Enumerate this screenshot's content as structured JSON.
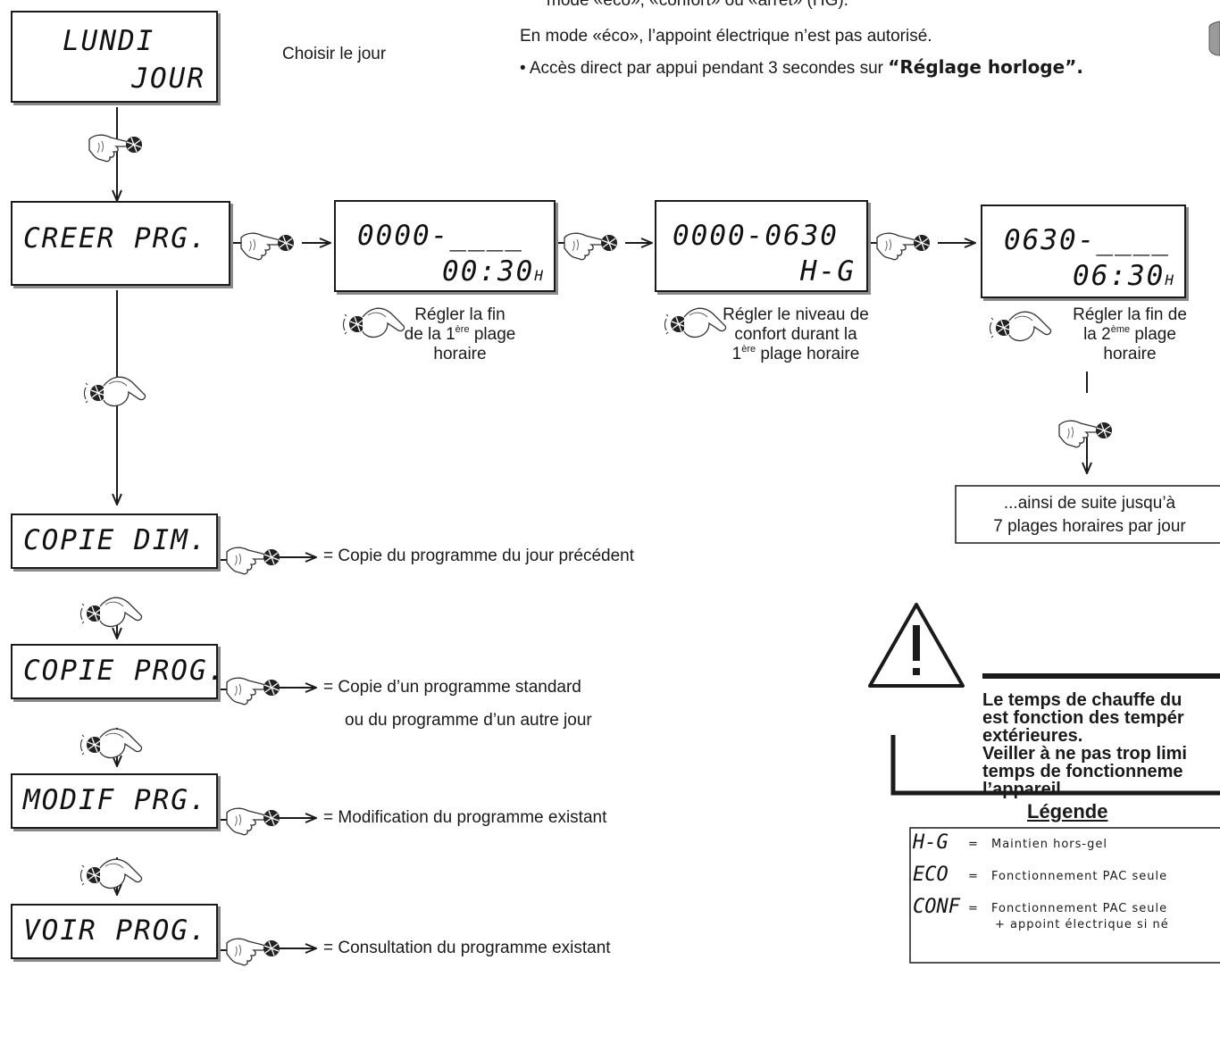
{
  "top_notes": {
    "line1": "mode «éco», «confort» ou «arrêt» (HG).",
    "line2": "En mode «éco», l’appoint électrique n’est pas autorisé.",
    "line3_prefix": "• Accès direct par appui pendant 3 secondes sur ",
    "line3_bold": "“Réglage horloge”."
  },
  "day_box": {
    "line1": "LUNDI",
    "line2": "JOUR"
  },
  "day_caption": "Choisir le jour",
  "menu": {
    "creer": "CREER PRG.",
    "copie_dim": "COPIE DIM.",
    "copie_prog": "COPIE PROG.",
    "modif": "MODIF PRG.",
    "voir": "VOIR PROG."
  },
  "menu_desc": {
    "copie_dim": "= Copie du programme du jour précédent",
    "copie_prog_1": "= Copie d’un programme standard",
    "copie_prog_2": "ou du programme d’un autre jour",
    "modif": "= Modification du programme existant",
    "voir": "= Consultation du programme existant"
  },
  "steps": [
    {
      "line1": "0000-____",
      "line2": "00:30",
      "unit": "H",
      "c1": "Régler la fin",
      "c2a": "de la 1",
      "c2sup": "ère",
      "c2b": " plage",
      "c3": "horaire"
    },
    {
      "line1": "0000-0630",
      "line2": "H-G",
      "unit": "",
      "c1": "Régler le niveau de",
      "c2a": "confort durant la",
      "c2sup": "",
      "c2b": "",
      "c3a": "1",
      "c3sup": "ère",
      "c3b": " plage horaire"
    },
    {
      "line1": "0630-____",
      "line2": "06:30",
      "unit": "H",
      "c1": "Régler la fin de",
      "c2a": "la 2",
      "c2sup": "ème",
      "c2b": " plage",
      "c3": "horaire"
    }
  ],
  "continue_box": {
    "line1": "...ainsi de suite jusqu’à",
    "line2": "7 plages horaires par jour"
  },
  "warning": {
    "l1": "Le temps de chauffe du",
    "l2": "est fonction des tempér",
    "l3": "extérieures.",
    "l4": "Veiller à ne pas trop limi",
    "l5": "temps de fonctionneme",
    "l6": "l’appareil."
  },
  "legend": {
    "title": "Légende",
    "rows": [
      {
        "code": "H-G",
        "eq": "=",
        "desc": "Maintien hors-gel"
      },
      {
        "code": "ECO",
        "eq": "=",
        "desc": "Fonctionnement PAC seule"
      },
      {
        "code": "CONF",
        "eq": "=",
        "desc": "Fonctionnement PAC seule",
        "desc2": "+ appoint électrique si né"
      }
    ]
  },
  "colors": {
    "line": "#1a1a1a",
    "shadow": "#8a8a8a",
    "knob": "#222222"
  }
}
